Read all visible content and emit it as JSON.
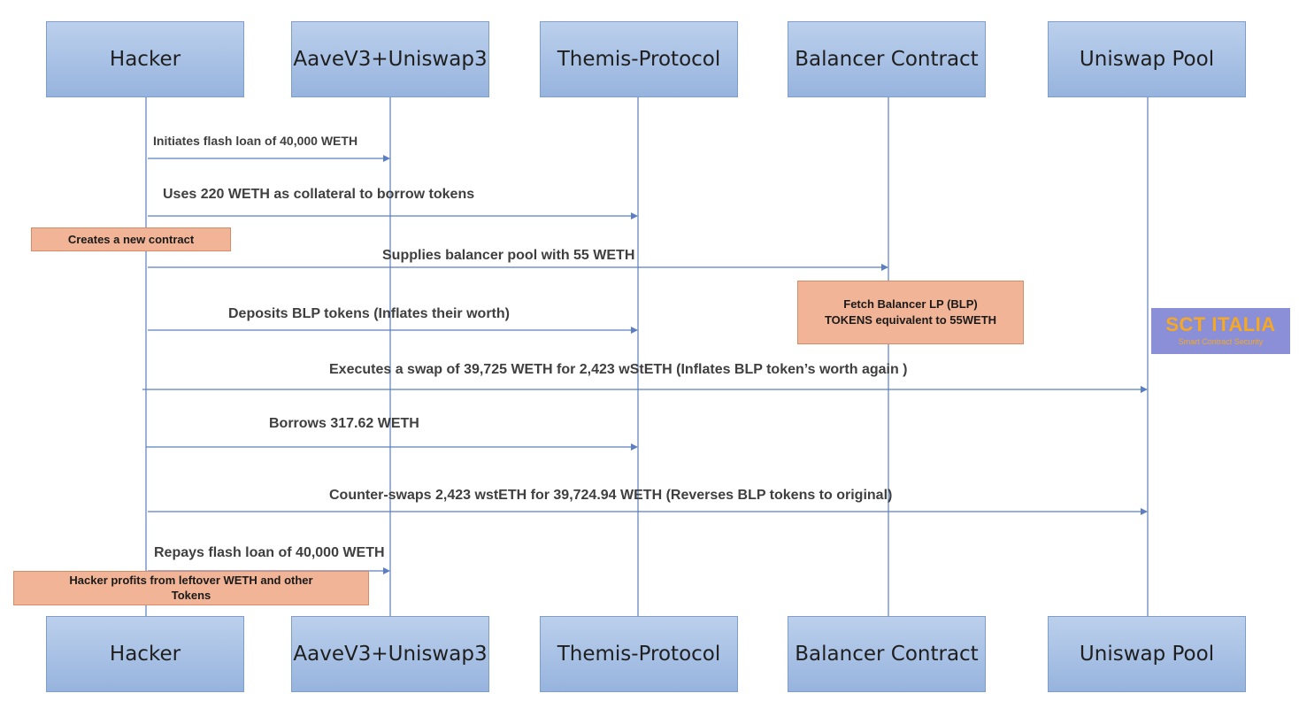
{
  "participants": [
    {
      "id": "hacker",
      "label": "Hacker"
    },
    {
      "id": "aave",
      "label": "AaveV3+Uniswap3"
    },
    {
      "id": "themis",
      "label": "Themis-Protocol"
    },
    {
      "id": "balancer",
      "label": "Balancer Contract"
    },
    {
      "id": "uniswap",
      "label": "Uniswap Pool"
    }
  ],
  "messages": [
    {
      "from": "hacker",
      "to": "aave",
      "label": "Initiates flash loan of 40,000 WETH"
    },
    {
      "from": "hacker",
      "to": "themis",
      "label": "Uses 220 WETH as collateral  to borrow tokens"
    },
    {
      "from": "hacker",
      "to": "balancer",
      "label": "Supplies balancer pool with 55 WETH"
    },
    {
      "from": "hacker",
      "to": "themis",
      "label": "Deposits BLP tokens (Inflates their worth)"
    },
    {
      "from": "hacker",
      "to": "uniswap",
      "label": "Executes a swap of 39,725 WETH for 2,423 wStETH (Inflates  BLP token’s worth again )"
    },
    {
      "from": "hacker",
      "to": "themis",
      "label": "Borrows 317.62 WETH"
    },
    {
      "from": "hacker",
      "to": "uniswap",
      "label": "Counter-swaps 2,423 wstETH for 39,724.94 WETH (Reverses BLP tokens to original)"
    },
    {
      "from": "hacker",
      "to": "aave",
      "label": "Repays  flash loan of 40,000 WETH"
    }
  ],
  "notes": {
    "new_contract": "Creates a new contract",
    "fetch_blp_line1": "Fetch Balancer LP (BLP)",
    "fetch_blp_line2": "TOKENS equivalent to 55WETH",
    "profits_line1": "Hacker profits from leftover WETH and other",
    "profits_line2": "Tokens"
  },
  "logo": {
    "title": "SCT ITALIA",
    "subtitle": "Smart Contract Security"
  },
  "colors": {
    "participant_fill": "#a7c0e4",
    "line": "#5b7fc0",
    "note_fill": "#f2b496",
    "logo_bg": "#8a8fd8",
    "logo_text": "#f7a823"
  }
}
